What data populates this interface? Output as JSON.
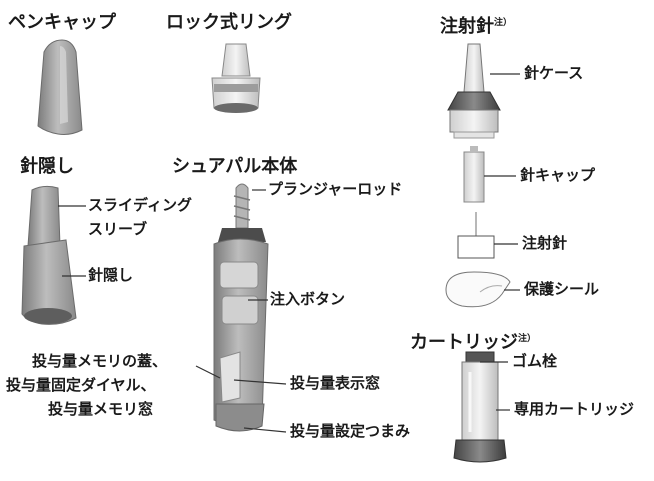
{
  "headings": {
    "pen_cap": "ペンキャップ",
    "lock_ring": "ロック式リング",
    "injection_needle": "注射針",
    "injection_needle_note": "注）",
    "needle_cover": "針隠し",
    "pen_body": "シュアパル本体",
    "cartridge": "カートリッジ",
    "cartridge_note": "注）"
  },
  "callouts": {
    "sliding_sleeve_1": "スライディング",
    "sliding_sleeve_2": "スリーブ",
    "needle_cover_part": "針隠し",
    "plunger_rod": "プランジャーロッド",
    "injection_button": "注入ボタン",
    "dose_memory_lid": "投与量メモリの蓋、",
    "dose_fixing_dial": "投与量固定ダイヤル、",
    "dose_memory_window": "投与量メモリ窓",
    "dose_display_window": "投与量表示窓",
    "dose_setting_knob": "投与量設定つまみ",
    "needle_case": "針ケース",
    "needle_cap": "針キャップ",
    "injection_needle_part": "注射針",
    "protective_seal": "保護シール",
    "rubber_stopper": "ゴム栓",
    "dedicated_cartridge": "専用カートリッジ"
  },
  "colors": {
    "part_gray": "#9a9a9a",
    "part_light": "#c8c8c8",
    "part_dark": "#5a5a5a",
    "line": "#333333"
  }
}
